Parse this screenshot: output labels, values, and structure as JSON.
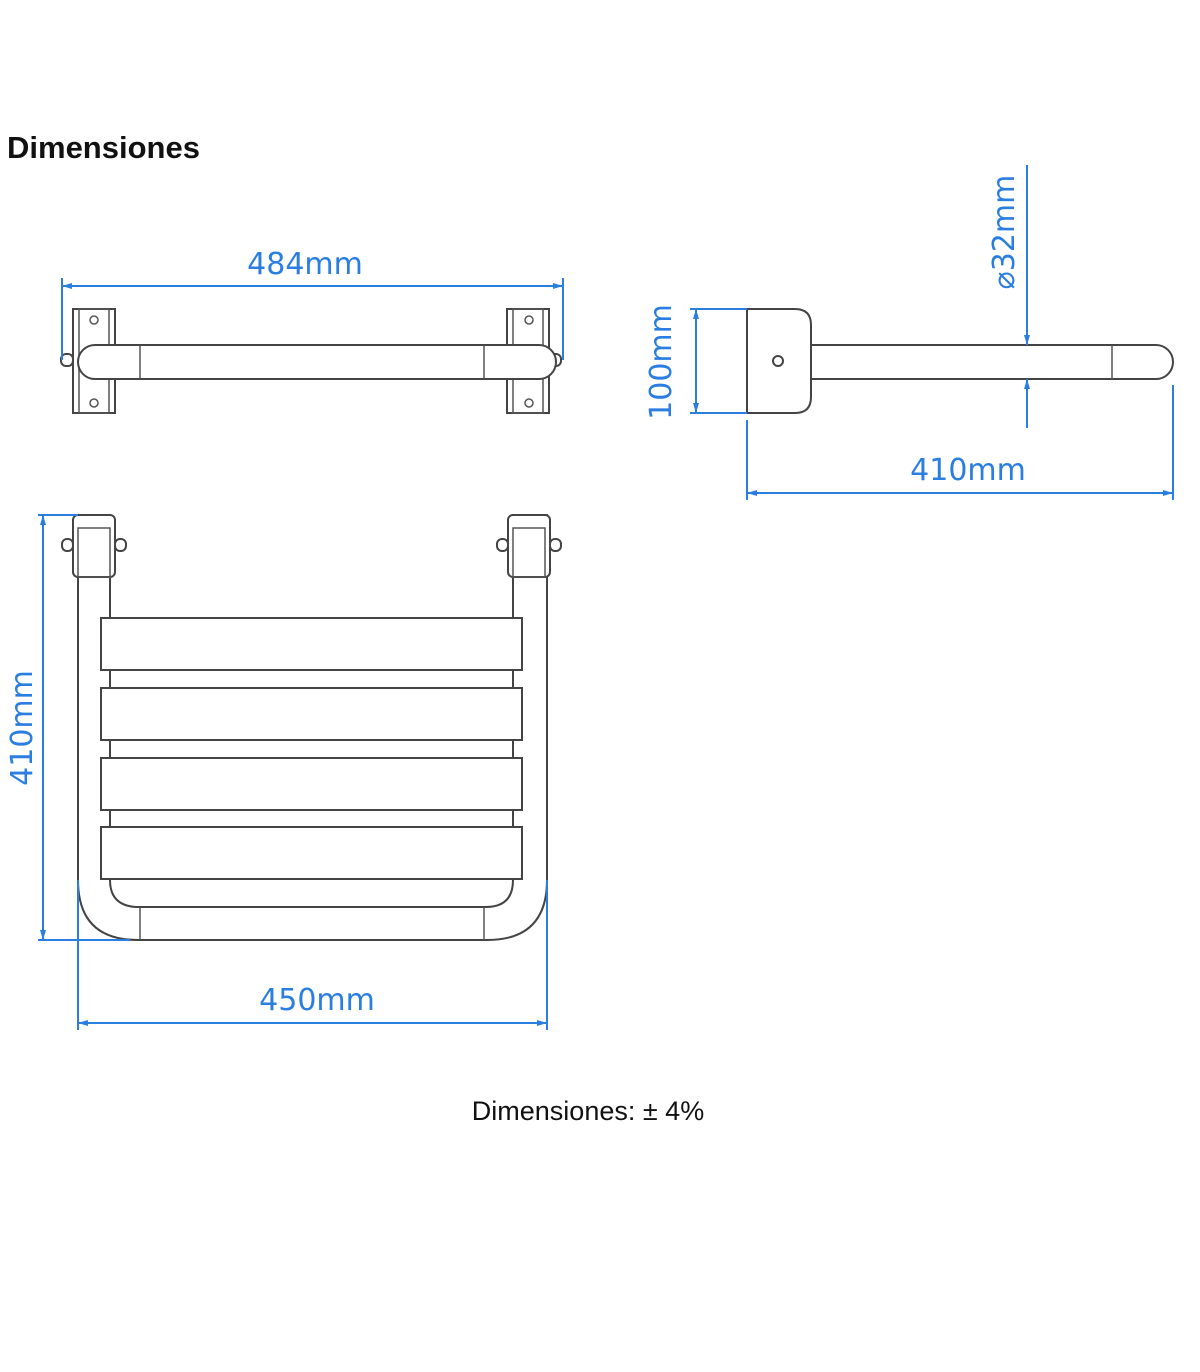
{
  "title": "Dimensiones",
  "tolerance_note": "Dimensiones: ± 4%",
  "colors": {
    "dimension": "#2a7de1",
    "outline": "#444444"
  },
  "views": {
    "top": {
      "width_label": "484mm"
    },
    "side": {
      "height_label": "100mm",
      "diameter_label": "⌀32mm",
      "depth_label": "410mm"
    },
    "front": {
      "height_label": "410mm",
      "width_label": "450mm"
    }
  }
}
